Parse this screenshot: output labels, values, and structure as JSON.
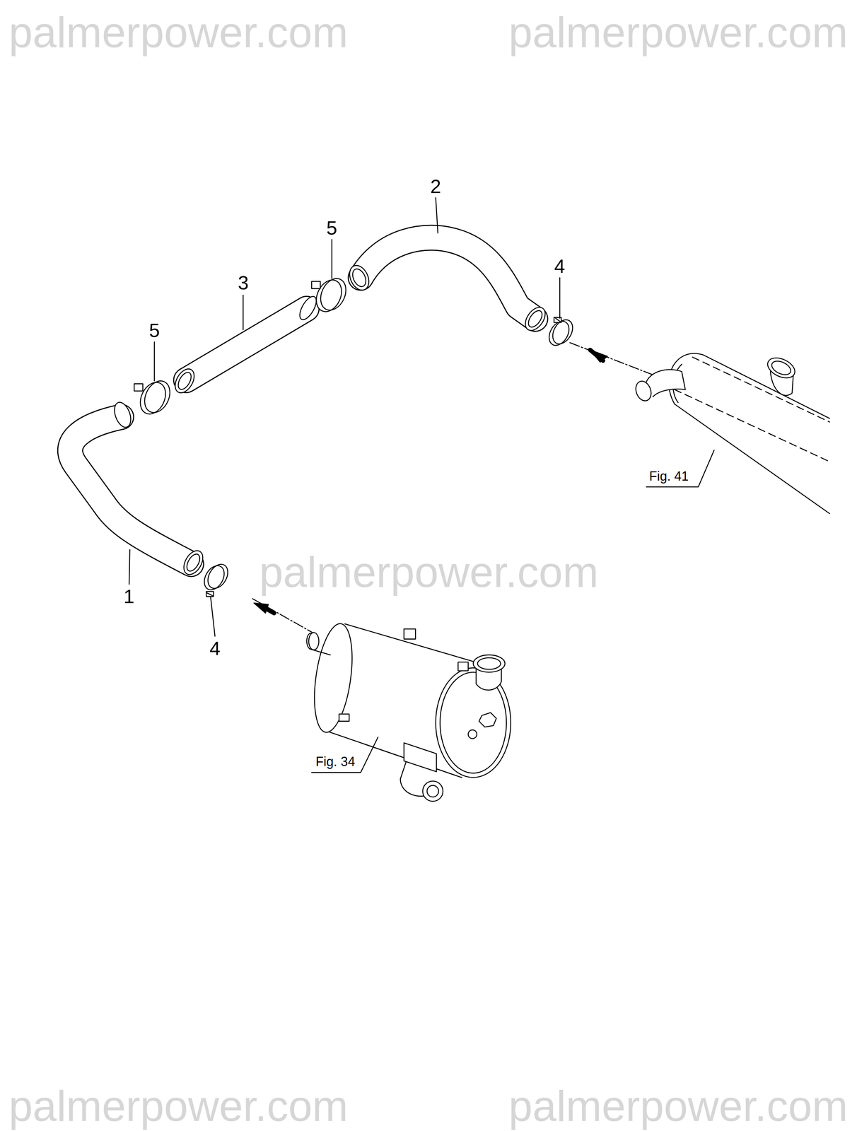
{
  "diagram": {
    "labels": [
      "palmerpower.com",
      "palmerpower.com",
      "2",
      "5",
      "4",
      "3",
      "5",
      "Fig. 41",
      "palmerpower.com",
      "1",
      "4",
      "Fig. 34",
      "palmerpower.com",
      "palmerpower.com"
    ]
  }
}
